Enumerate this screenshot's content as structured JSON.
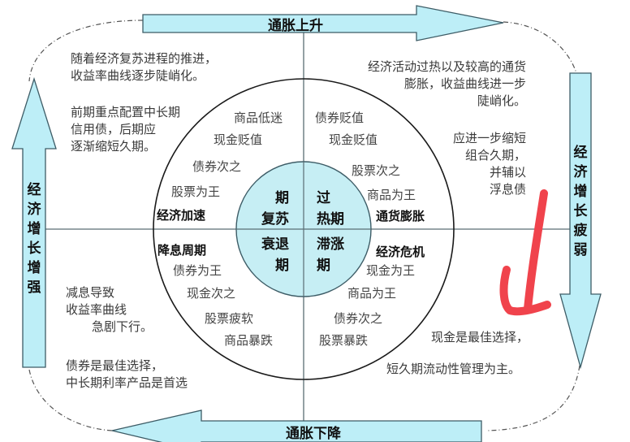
{
  "colors": {
    "arrow_fill": "#bdeef7",
    "arrow_stroke": "#3d5c66",
    "core_fill": "#c6eef4",
    "axis_line": "#5a6e74",
    "annotation_red": "#f0434c"
  },
  "arrows": {
    "top": "通胀上升",
    "bottom": "通胀下降",
    "left": "经济增长增强",
    "right": "经济增长疲弱"
  },
  "core": {
    "top_left": [
      "期",
      "复苏"
    ],
    "top_right": [
      "过",
      "热期"
    ],
    "bottom_left": [
      "衰退",
      "期"
    ],
    "bottom_right": [
      "滞涨",
      "期"
    ]
  },
  "quadrants": {
    "recovery": {
      "title": "经济加速",
      "items": [
        "商品低迷",
        "现金贬值",
        "债券次之",
        "股票为王"
      ]
    },
    "overheat": {
      "title": "通货膨胀",
      "items": [
        "债券贬值",
        "现金贬值",
        "股票次之",
        "商品为王"
      ]
    },
    "recession": {
      "title": "降息周期",
      "items": [
        "债券为王",
        "现金次之",
        "股票疲软",
        "商品暴跌"
      ]
    },
    "stagflation": {
      "title": "经济危机",
      "items": [
        "现金为王",
        "商品为王",
        "债券次之",
        "股票暴跌"
      ]
    }
  },
  "notes": {
    "top_left_1": [
      "随着经济复苏进程的推进，",
      "收益率曲线逐步陡峭化。"
    ],
    "top_left_2": [
      "前期重点配置中长期",
      "信用债，后期应",
      "逐渐缩短久期。"
    ],
    "top_right_1": [
      "经济活动过热以及较高的通货",
      "膨胀，收益曲线进一步",
      "陡峭化。"
    ],
    "top_right_2": [
      "应进一步缩短",
      "组合久期，",
      "并辅以",
      "浮息债"
    ],
    "bottom_left_1": [
      "减息导致",
      "收益率曲线",
      "急剧下行。"
    ],
    "bottom_left_2": [
      "债券是最佳选择，",
      "中长期利率产品是首选"
    ],
    "bottom_right_1": "现金是最佳选择，",
    "bottom_right_2": "短久期流动性管理为主。"
  }
}
